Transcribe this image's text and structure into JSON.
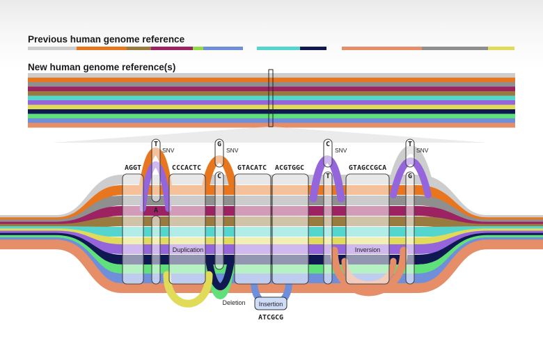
{
  "titles": {
    "previous": "Previous human genome reference",
    "new": "New human genome reference(s)"
  },
  "colors": {
    "gray": "#cdcdcd",
    "orange": "#e8761f",
    "olive": "#9a7b3f",
    "magenta": "#9c2262",
    "lime": "#8fdc45",
    "blue": "#6f8fdb",
    "teal": "#54d6cf",
    "navy": "#0f1850",
    "salmon": "#e58e68",
    "dkgray": "#8f8f8f",
    "yellow": "#e0dc5a",
    "purple": "#9565db",
    "green": "#5fe07a"
  },
  "previous_reference_segments": [
    "gray",
    "orange",
    "olive",
    "magenta",
    "lime",
    "blue",
    "gap",
    "teal",
    "navy",
    "gap",
    "salmon",
    "dkgray",
    "yellow"
  ],
  "new_reference_band_colors": [
    "gray",
    "orange",
    "dkgray",
    "magenta",
    "olive",
    "teal",
    "purple",
    "yellow",
    "navy",
    "green",
    "blue",
    "salmon"
  ],
  "graph": {
    "blocks": [
      {
        "sequence": "AGGT"
      },
      {
        "sequence": "CCCACTC"
      },
      {
        "sequence": "GTACATC"
      },
      {
        "sequence": "ACGTGGC"
      },
      {
        "sequence": "GTAGCCGCA"
      }
    ],
    "variants": [
      {
        "alt": "T",
        "ref": "A",
        "label": "SNV"
      },
      {
        "alt": "G",
        "ref": "C",
        "label": "SNV"
      },
      {
        "alt": "C",
        "ref": "T",
        "label": "SNV"
      },
      {
        "alt": "T",
        "ref": "G",
        "label": "SNV"
      }
    ],
    "events": {
      "duplication": "Duplication",
      "deletion": "Deletion",
      "insertion": "Insertion",
      "insertion_sequence": "ATCGCG",
      "inversion": "Inversion"
    }
  }
}
